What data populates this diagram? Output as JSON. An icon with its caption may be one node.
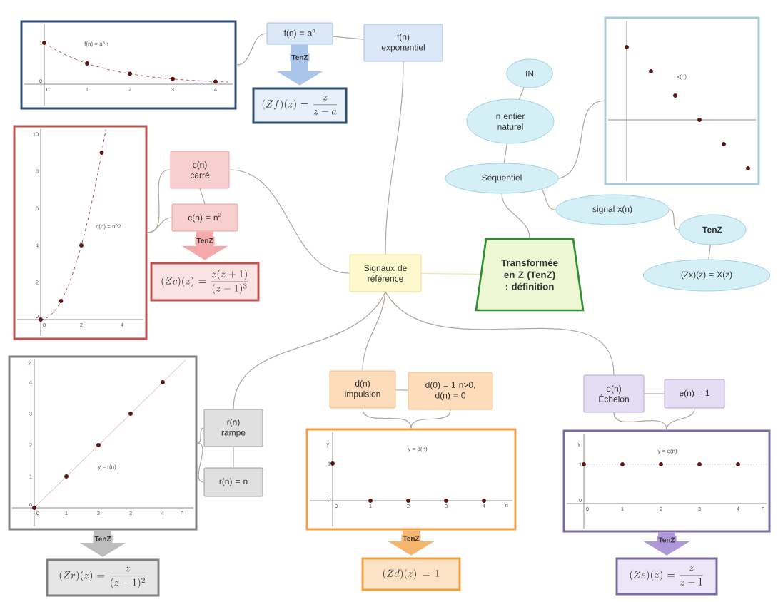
{
  "diagram": {
    "nodes": [
      {
        "text": [
          "f(n) = a^n"
        ]
      },
      {
        "text": [
          "f(n) = a$^{n}$"
        ]
      },
      {
        "text": [
          "f(n) exponentiel"
        ]
      },
      {
        "text": [
          "(Zf)(z) = \\frac{z}{z-a}"
        ]
      },
      {
        "text": [
          "c(n) = n^2"
        ]
      },
      {
        "text": [
          "c(n) carré"
        ]
      },
      {
        "text": [
          "c(n) = n$^{2}$"
        ]
      },
      {
        "text": [
          "(Zc)(z) = \\frac{z(z+1)}{(z-1)^3}"
        ]
      },
      {
        "text": [
          "Signaux de référence"
        ]
      },
      {
        "text": [
          "IN"
        ]
      },
      {
        "text": [
          "n entier naturel"
        ]
      },
      {
        "text": [
          "Séquentiel"
        ]
      },
      {
        "text": [
          "x(n)"
        ]
      },
      {
        "text": [
          "signal x(n)"
        ]
      },
      {
        "text": [
          "TenZ"
        ]
      },
      {
        "text": [
          "(Zx)(z) = X(z)"
        ]
      },
      {
        "text": [
          "Transformée en Z (TenZ) : définition"
        ]
      },
      {
        "text": [
          "y = r(n)"
        ]
      },
      {
        "text": [
          "r(n) rampe"
        ]
      },
      {
        "text": [
          "r(n) = n"
        ]
      },
      {
        "text": [
          "(Zr)(z) = \\frac{z}{(z-1)^2}"
        ]
      },
      {
        "text": [
          "d(n) impulsion"
        ]
      },
      {
        "text": [
          "d(0) = 1 n>0, d(n) = 0"
        ]
      },
      {
        "text": [
          "y = d(n)"
        ]
      },
      {
        "text": [
          "(Zd)(z) = 1"
        ]
      },
      {
        "text": [
          "e(n) Échelon"
        ]
      },
      {
        "text": [
          "e(n) = 1"
        ]
      },
      {
        "text": [
          "y = e(n)"
        ]
      },
      {
        "text": [
          "(Ze)(z) = \\frac{z}{z-1}"
        ]
      }
    ],
    "edges": [
      {
        "from": 1,
        "to": 0,
        "arrow": "none"
      },
      {
        "from": 1,
        "to": 2,
        "arrow": "none"
      },
      {
        "from": 2,
        "to": 8,
        "arrow": "none"
      },
      {
        "from": 1,
        "to": 3,
        "arrow": "to",
        "label": "TenZ",
        "style": "thick",
        "color": "#a9c6ea"
      },
      {
        "from": 5,
        "to": 8,
        "arrow": "none"
      },
      {
        "from": 5,
        "to": 6,
        "arrow": "none"
      },
      {
        "from": 4,
        "to": 5,
        "arrow": "none"
      },
      {
        "from": 4,
        "to": 6,
        "arrow": "none"
      },
      {
        "from": 6,
        "to": 7,
        "arrow": "to",
        "label": "TenZ",
        "style": "thick",
        "color": "#f4aaaa"
      },
      {
        "from": 8,
        "to": 16,
        "arrow": "none",
        "color": "#efe3a0"
      },
      {
        "from": 9,
        "to": 10,
        "arrow": "none"
      },
      {
        "from": 10,
        "to": 11,
        "arrow": "none"
      },
      {
        "from": 11,
        "to": 12,
        "arrow": "none"
      },
      {
        "from": 11,
        "to": 16,
        "arrow": "none"
      },
      {
        "from": 11,
        "to": 13,
        "arrow": "none"
      },
      {
        "from": 13,
        "to": 14,
        "arrow": "none"
      },
      {
        "from": 14,
        "to": 15,
        "arrow": "none"
      },
      {
        "from": 8,
        "to": 18,
        "arrow": "none"
      },
      {
        "from": 18,
        "to": 19,
        "arrow": "none"
      },
      {
        "from": 17,
        "to": 18,
        "arrow": "none"
      },
      {
        "from": 17,
        "to": 19,
        "arrow": "none"
      },
      {
        "from": 17,
        "to": 20,
        "arrow": "to",
        "label": "TenZ",
        "style": "thick",
        "color": "#bdbdbd"
      },
      {
        "from": 8,
        "to": 21,
        "arrow": "none"
      },
      {
        "from": 21,
        "to": 22,
        "arrow": "none"
      },
      {
        "from": 21,
        "to": 23,
        "arrow": "none"
      },
      {
        "from": 22,
        "to": 23,
        "arrow": "none"
      },
      {
        "from": 23,
        "to": 24,
        "arrow": "to",
        "label": "TenZ",
        "style": "thick",
        "color": "#f6b56c"
      },
      {
        "from": 8,
        "to": 25,
        "arrow": "none"
      },
      {
        "from": 25,
        "to": 26,
        "arrow": "none"
      },
      {
        "from": 25,
        "to": 27,
        "arrow": "none"
      },
      {
        "from": 26,
        "to": 27,
        "arrow": "none"
      },
      {
        "from": 27,
        "to": 28,
        "arrow": "to",
        "label": "TenZ",
        "style": "thick",
        "color": "#ae98da"
      }
    ],
    "labels": [
      "1",
      "0",
      "0",
      "1",
      "2",
      "3",
      "4",
      "10",
      "8",
      "6",
      "4",
      "2",
      "0",
      "0",
      "2",
      "4",
      "y",
      "4",
      "3",
      "2",
      "1",
      "0",
      "0",
      "1",
      "2",
      "3",
      "4",
      "n",
      "y",
      "1",
      "0",
      "0",
      "1",
      "2",
      "3",
      "4",
      "n",
      "y",
      "1",
      "0",
      "0",
      "1",
      "2",
      "3",
      "4",
      "n"
    ]
  }
}
